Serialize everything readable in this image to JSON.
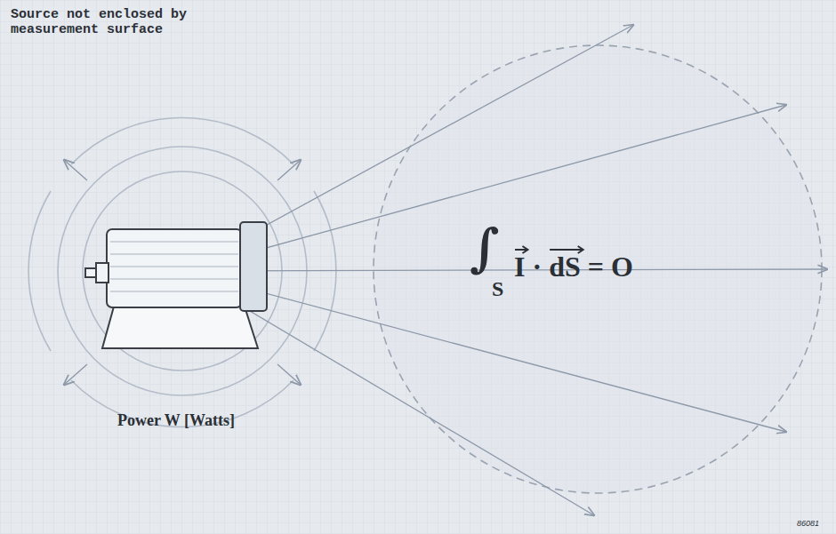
{
  "diagram": {
    "labels": [
      "Source not enclosed by measurement surface",
      "∫",
      "S",
      "I · dS = O",
      "Power W [Watts]",
      "86081"
    ]
  }
}
